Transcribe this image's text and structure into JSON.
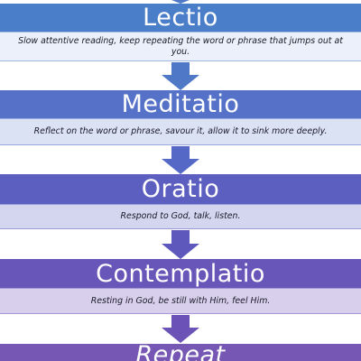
{
  "colors": {
    "head": [
      "#4a7ec8",
      "#5572c8",
      "#5d5fc0",
      "#6856b8",
      "#7657b3"
    ],
    "desc": [
      "#ebf0fa",
      "#dbe2f4",
      "#d4d6ef",
      "#d8cfec",
      "#ddd3ee"
    ],
    "arrow": [
      "#4f78c6",
      "#5568c6",
      "#5e58bd",
      "#6b52b6"
    ]
  },
  "steps": [
    {
      "title": "Lectio",
      "description": "Slow attentive reading, keep repeating the word or phrase that jumps out at you."
    },
    {
      "title": "Meditatio",
      "description": "Reflect on the word or phrase,  savour it, allow it to sink more deeply."
    },
    {
      "title": "Oratio",
      "description": "Respond to God, talk, listen."
    },
    {
      "title": "Contemplatio",
      "description": "Resting in God, be still with Him, feel Him."
    },
    {
      "title": "Repeat",
      "description": ""
    }
  ]
}
